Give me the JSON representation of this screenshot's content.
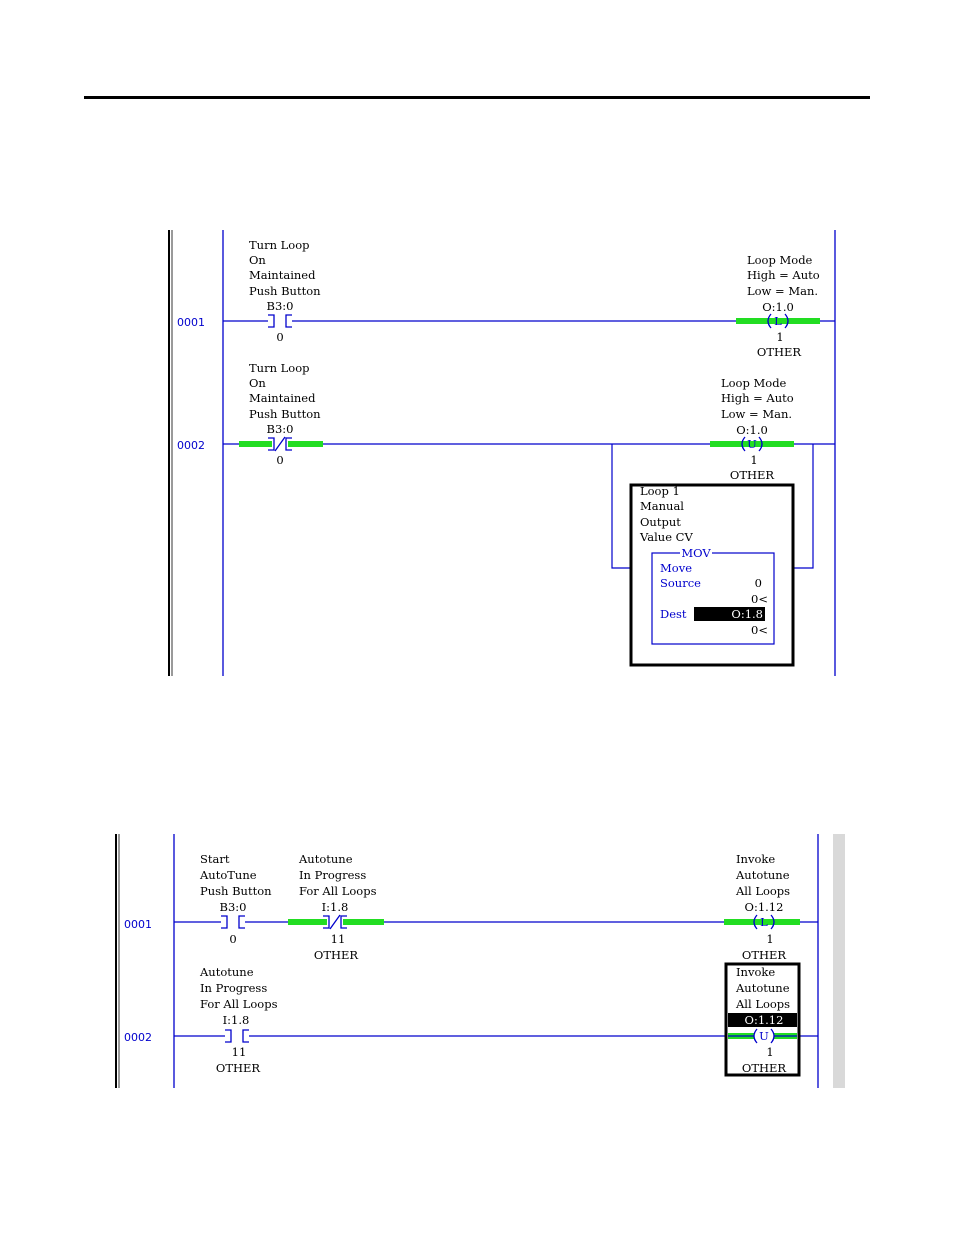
{
  "ladder1": {
    "rung1": {
      "number": "0001",
      "contact": {
        "desc": [
          "Turn Loop",
          "On",
          "Maintained",
          "Push Button"
        ],
        "address": "B3:0",
        "bit": "0"
      },
      "coil": {
        "symbol": "L",
        "desc": [
          "Loop Mode",
          "High = Auto",
          "Low = Man."
        ],
        "address": "O:1.0",
        "bit": "1",
        "module": "OTHER"
      }
    },
    "rung2": {
      "number": "0002",
      "contact": {
        "desc": [
          "Turn Loop",
          "On",
          "Maintained",
          "Push Button"
        ],
        "address": "B3:0",
        "bit": "0"
      },
      "coil": {
        "symbol": "U",
        "desc": [
          "Loop Mode",
          "High = Auto",
          "Low = Man."
        ],
        "address": "O:1.0",
        "bit": "1",
        "module": "OTHER"
      },
      "mov": {
        "desc": [
          "Loop 1",
          "Manual",
          "Output",
          "Value CV"
        ],
        "title": "MOV",
        "label": "Move",
        "source_label": "Source",
        "source_value": "0",
        "source_sub": "0<",
        "dest_label": "Dest",
        "dest_value": "O:1.8",
        "dest_sub": "0<"
      }
    }
  },
  "ladder2": {
    "rung1": {
      "number": "0001",
      "contact1": {
        "desc": [
          "Start",
          "AutoTune",
          "Push Button"
        ],
        "address": "B3:0",
        "bit": "0"
      },
      "contact2": {
        "desc": [
          "Autotune",
          "In Progress",
          "For All Loops"
        ],
        "address": "I:1.8",
        "bit": "11",
        "module": "OTHER"
      },
      "coil": {
        "symbol": "L",
        "desc": [
          "Invoke",
          "Autotune",
          "All Loops"
        ],
        "address": "O:1.12",
        "bit": "1",
        "module": "OTHER"
      }
    },
    "rung2": {
      "number": "0002",
      "contact": {
        "desc": [
          "Autotune",
          "In Progress",
          "For All Loops"
        ],
        "address": "I:1.8",
        "bit": "11",
        "module": "OTHER"
      },
      "coil": {
        "symbol": "U",
        "desc": [
          "Invoke",
          "Autotune",
          "All Loops"
        ],
        "address": "O:1.12",
        "bit": "1",
        "module": "OTHER"
      }
    }
  },
  "colors": {
    "wire": "#0000cc",
    "energized": "#22dd22",
    "text": "#000000"
  }
}
